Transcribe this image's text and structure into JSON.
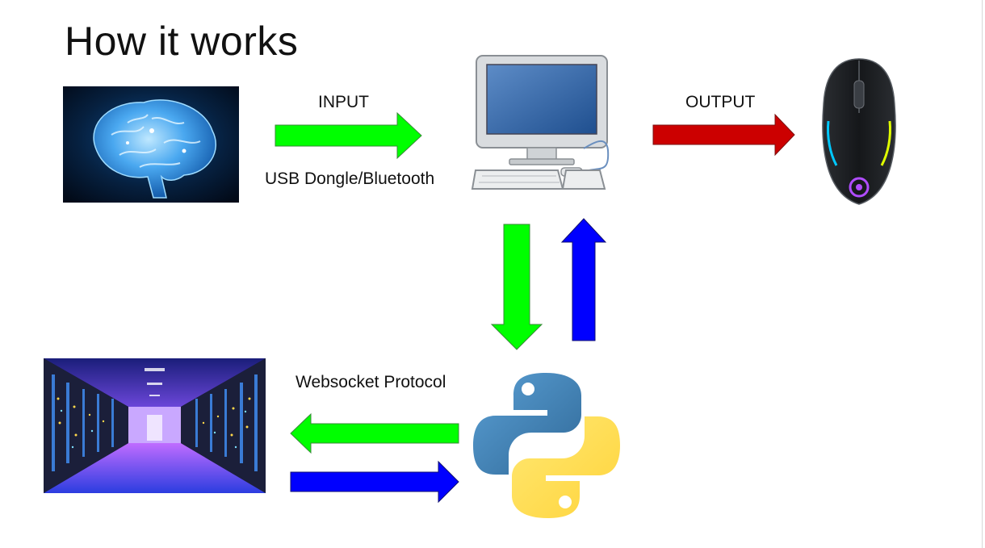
{
  "slide": {
    "title": "How it works",
    "labels": {
      "input": "INPUT",
      "connection": "USB Dongle/Bluetooth",
      "output": "OUTPUT",
      "protocol": "Websocket Protocol"
    }
  },
  "icons": {
    "brain": "brain-image",
    "computer": "desktop-computer-icon",
    "mouse": "gaming-mouse-icon",
    "server": "server-room-image",
    "python": "python-logo-icon"
  },
  "colors": {
    "green_arrow": "#00ff00",
    "red_arrow": "#cc0000",
    "blue_arrow": "#0000ff"
  }
}
